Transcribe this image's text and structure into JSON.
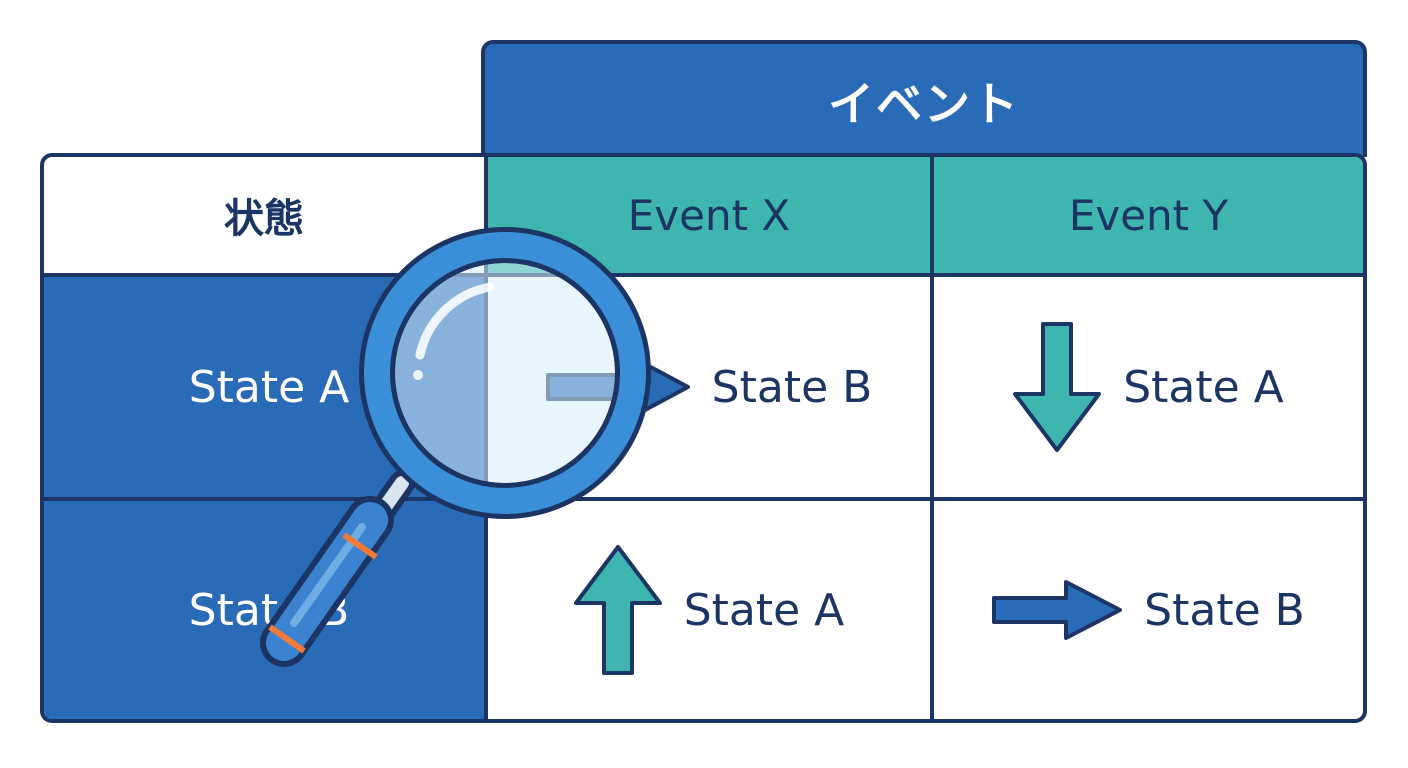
{
  "header": {
    "title": "イベント"
  },
  "table": {
    "corner_label": "状態",
    "events": [
      "Event X",
      "Event Y"
    ],
    "rows": [
      {
        "state": "State A",
        "cells": [
          {
            "arrow": "right-arrow-icon",
            "target": "State B"
          },
          {
            "arrow": "down-arrow-icon",
            "target": "State A"
          }
        ]
      },
      {
        "state": "State B",
        "cells": [
          {
            "arrow": "up-arrow-icon",
            "target": "State A"
          },
          {
            "arrow": "right-arrow-icon",
            "target": "State B"
          }
        ]
      }
    ]
  },
  "colors": {
    "primary_blue": "#2a6bb8",
    "teal": "#3fb5b0",
    "navy": "#1c3565",
    "accent_orange": "#f07a3a"
  },
  "icons": {
    "overlay": "magnifying-glass-icon"
  }
}
